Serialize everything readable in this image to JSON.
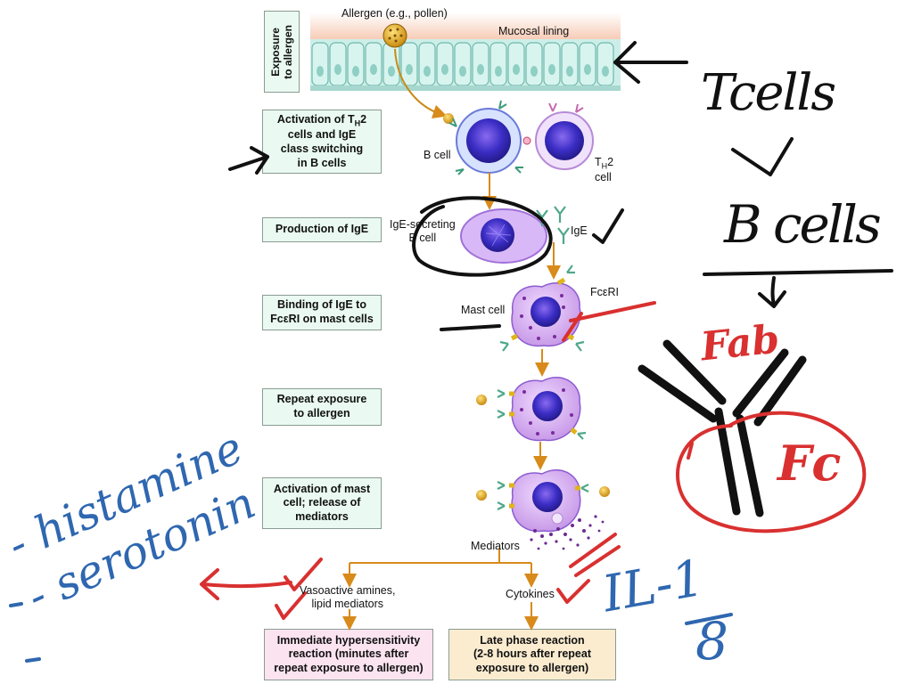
{
  "steps": [
    {
      "line1": "Activation of T",
      "sub": "H",
      "line1b": "2",
      "rest": "cells and IgE\nclass switching\nin B cells"
    },
    {
      "text": "Production of IgE"
    },
    {
      "text": "Binding of IgE to\nFcεRI on mast cells"
    },
    {
      "text": "Repeat exposure\nto allergen"
    },
    {
      "text": "Activation of mast\ncell; release of\nmediators"
    }
  ],
  "exposure_label": "Exposure\nto allergen",
  "labels": {
    "allergen": "Allergen (e.g., pollen)",
    "mucosal": "Mucosal lining",
    "bcell": "B cell",
    "th2_main": "T",
    "th2_sub": "H",
    "th2_end": "2\ncell",
    "ige_secreting": "IgE-secreting\nB cell",
    "ige": "IgE",
    "fceri": "FcεRI",
    "mast_cell": "Mast cell",
    "mediators": "Mediators",
    "vasoactive": "Vasoactive amines,\nlipid mediators",
    "cytokines": "Cytokines"
  },
  "outcomes": {
    "immediate": "Immediate hypersensitivity\nreaction (minutes after\nrepeat exposure to allergen)",
    "late": "Late phase reaction\n(2-8 hours after repeat\nexposure to allergen)"
  },
  "handwriting": {
    "tcells": "Tcells",
    "bcells": "B cells",
    "fab": "Fab",
    "fc": "Fc",
    "histamine": "- histamine",
    "serotonin": "- serotonin",
    "il": "IL-1",
    "eight": "8"
  },
  "colors": {
    "box_bg": "#eafaf2",
    "immediate_bg": "#fbe3f0",
    "late_bg": "#fbecd0",
    "arrow": "#d88a1a",
    "ink_black": "#111111",
    "ink_red": "#d93030",
    "ink_blue": "#2f67b0",
    "cell_purple": "#9a5fd8"
  }
}
